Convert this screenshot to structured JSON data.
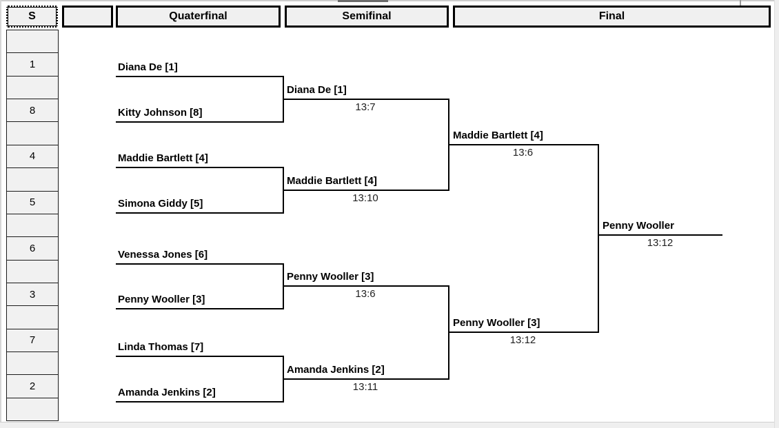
{
  "header": {
    "selection_label": "S",
    "rounds": [
      "Quaterfinal",
      "Semifinal",
      "Final"
    ]
  },
  "seeds": [
    "1",
    "8",
    "4",
    "5",
    "6",
    "3",
    "7",
    "2"
  ],
  "bracket": {
    "quarterfinal_players": [
      "Diana De [1]",
      "Kitty Johnson [8]",
      "Maddie Bartlett [4]",
      "Simona Giddy [5]",
      "Venessa Jones [6]",
      "Penny Wooller [3]",
      "Linda Thomas [7]",
      "Amanda Jenkins [2]"
    ],
    "semifinal": [
      {
        "name": "Diana De [1]",
        "score": "13:7"
      },
      {
        "name": "Maddie Bartlett [4]",
        "score": "13:10"
      },
      {
        "name": "Penny Wooller [3]",
        "score": "13:6"
      },
      {
        "name": "Amanda Jenkins [2]",
        "score": "13:11"
      }
    ],
    "final": [
      {
        "name": "Maddie Bartlett [4]",
        "score": "13:6"
      },
      {
        "name": "Penny Wooller [3]",
        "score": "13:12"
      }
    ],
    "champion": {
      "name": "Penny Wooller",
      "score": "13:12"
    }
  },
  "colors": {
    "line": "#000000",
    "cell_fill": "#f0f0f0",
    "score_text": "#1f1f1f"
  }
}
